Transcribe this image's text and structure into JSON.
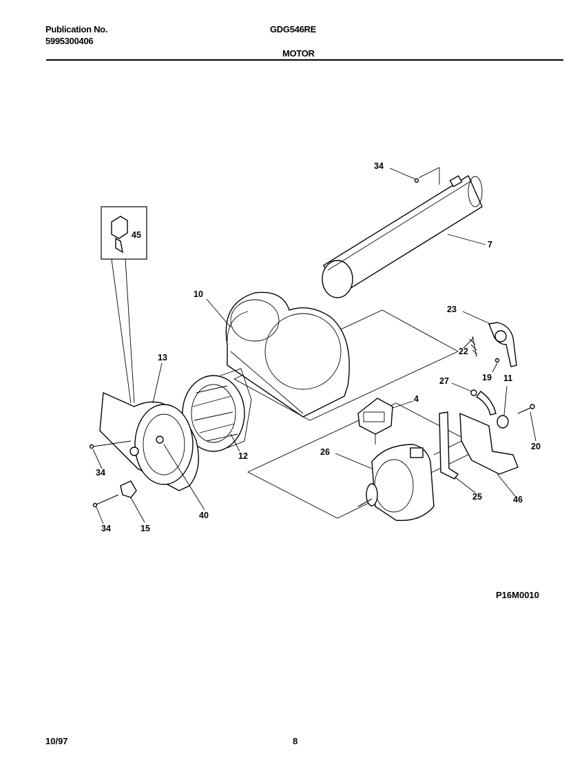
{
  "header": {
    "publication_label": "Publication No.",
    "publication_number": "5995300406",
    "model": "GDG546RE",
    "section_title": "MOTOR"
  },
  "footer": {
    "date": "10/97",
    "page": "8",
    "diagram_code": "P16M0010"
  },
  "callouts": [
    "34",
    "45",
    "7",
    "10",
    "23",
    "22",
    "19",
    "11",
    "27",
    "4",
    "13",
    "12",
    "26",
    "20",
    "34",
    "25",
    "46",
    "40",
    "34",
    "15"
  ]
}
